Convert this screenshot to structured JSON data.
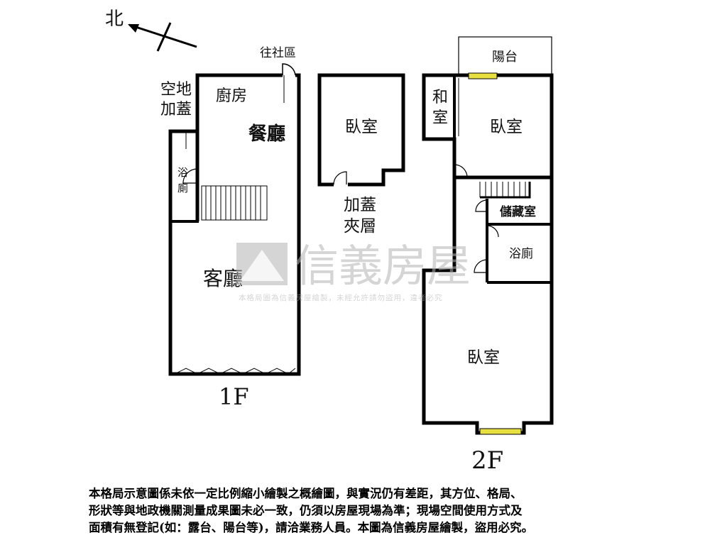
{
  "compass": {
    "north_label": "北"
  },
  "floor1": {
    "floor_label": "1F",
    "to_community": "往社區",
    "addition_line1": "空地",
    "addition_line2": "加蓋",
    "kitchen": "廚房",
    "dining": "餐廳",
    "bath_line1": "浴",
    "bath_line2": "廁",
    "living": "客廳"
  },
  "mezzanine": {
    "bedroom": "臥室",
    "label_line1": "加蓋",
    "label_line2": "夾層"
  },
  "floor2": {
    "floor_label": "2F",
    "balcony": "陽台",
    "japanese_line1": "和",
    "japanese_line2": "室",
    "bedroom_top": "臥室",
    "storage": "儲藏室",
    "bath": "浴廁",
    "bedroom_bottom": "臥室"
  },
  "watermark": {
    "brand": "信義房屋",
    "notice": "本格局圖為信義房屋繪製，未經允許請勿盜用，違者必究"
  },
  "colors": {
    "wall": "#000000",
    "window": "#e8e040",
    "watermark": "#b4b4b4"
  },
  "disclaimer": {
    "line1": "本格局示意圖係未依一定比例縮小繪製之概繪圖，與實況仍有差距，其方位、格局、",
    "line2": "形狀等與地政機關測量成果圖未必一致，仍須以房屋現場為準；現場空間使用方式及",
    "line3": "面積有無登記(如：露台、陽台等)，請洽業務人員。本圖為信義房屋繪製，盜用必究。"
  }
}
